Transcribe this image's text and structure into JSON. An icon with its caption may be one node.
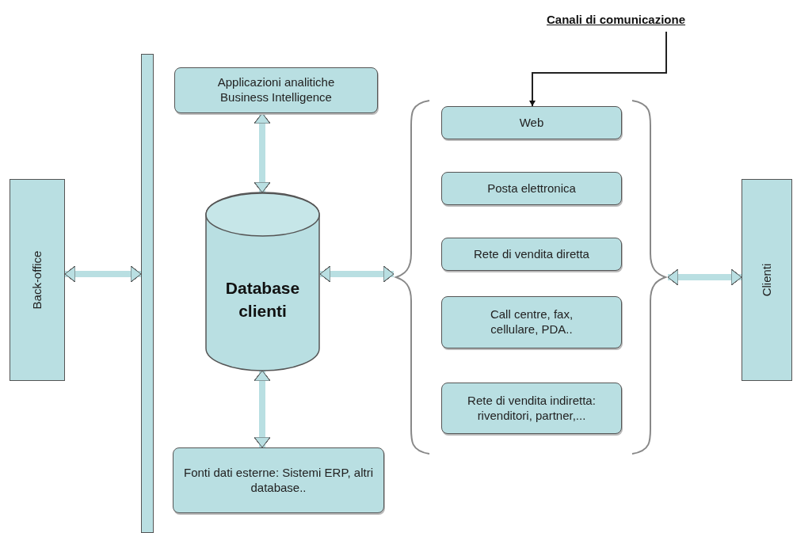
{
  "diagram": {
    "nodes": [
      {
        "text": [
          "Back-office"
        ]
      },
      {
        "text": [],
        "shape": "bar"
      },
      {
        "text": [
          "Applicazioni analitiche Business Intelligence"
        ]
      },
      {
        "text": [
          "Database clienti"
        ]
      },
      {
        "text": [
          "Fonti dati esterne: Sistemi ERP, altri database.."
        ]
      },
      {
        "text": [
          "Canali di comunicazione"
        ]
      },
      {
        "text": [],
        "shape": "brace"
      },
      {
        "text": [
          "Web"
        ],
        "in": 6
      },
      {
        "text": [
          "Posta elettronica"
        ],
        "in": 6
      },
      {
        "text": [
          "Rete di vendita diretta"
        ],
        "in": 6
      },
      {
        "text": [
          "Call centre, fax, cellulare, PDA.."
        ],
        "in": 6
      },
      {
        "text": [
          "Rete di vendita indiretta: rivenditori, partner,..."
        ],
        "in": 6
      },
      {
        "text": [
          "Clienti"
        ]
      }
    ],
    "edges": [
      {
        "from": 0,
        "to": 1,
        "arrow": "both"
      },
      {
        "from": 3,
        "to": 2,
        "arrow": "both"
      },
      {
        "from": 3,
        "to": 4,
        "arrow": "both"
      },
      {
        "from": 3,
        "to": 6,
        "arrow": "both"
      },
      {
        "from": 6,
        "to": 12,
        "arrow": "both"
      },
      {
        "from": 5,
        "to": 7,
        "arrow": "to",
        "color": "#222222"
      }
    ]
  }
}
